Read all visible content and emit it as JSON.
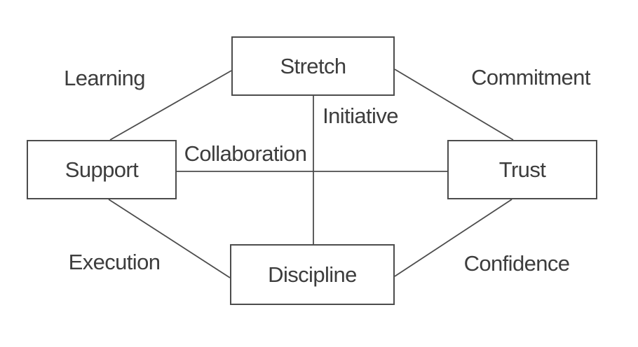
{
  "diagram": {
    "type": "concept-relationship-diagram",
    "nodes": [
      {
        "id": "stretch",
        "label": "Stretch"
      },
      {
        "id": "support",
        "label": "Support"
      },
      {
        "id": "trust",
        "label": "Trust"
      },
      {
        "id": "discipline",
        "label": "Discipline"
      }
    ],
    "edges": [
      {
        "from": "support",
        "to": "stretch",
        "label": "Learning"
      },
      {
        "from": "stretch",
        "to": "trust",
        "label": "Commitment"
      },
      {
        "from": "support",
        "to": "trust",
        "label": "Collaboration"
      },
      {
        "from": "stretch",
        "to": "discipline",
        "label": "Initiative"
      },
      {
        "from": "support",
        "to": "discipline",
        "label": "Execution"
      },
      {
        "from": "discipline",
        "to": "trust",
        "label": "Confidence"
      }
    ],
    "colors": {
      "line": "#4c4c4c",
      "text": "#3d3d3d",
      "background": "#ffffff"
    }
  }
}
